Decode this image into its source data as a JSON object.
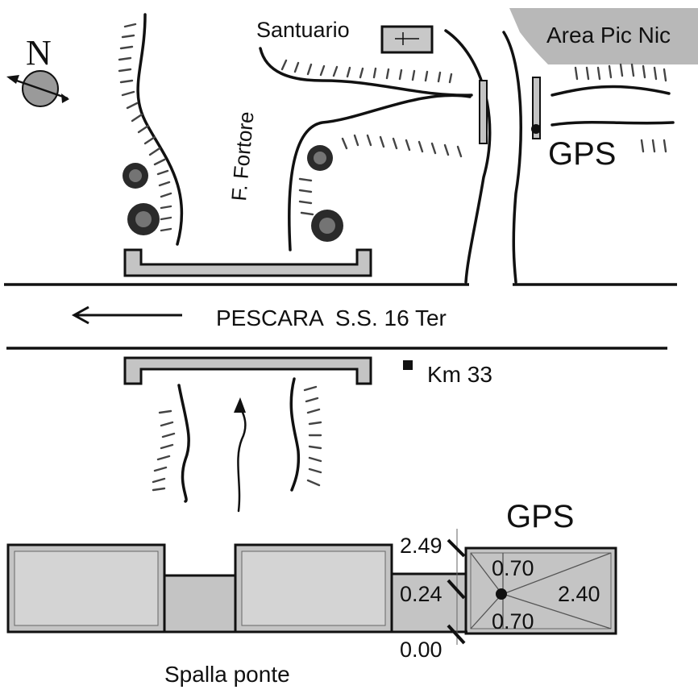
{
  "map": {
    "north_label": "N",
    "santuario_label": "Santuario",
    "area_label": "Area Pic Nic",
    "gps_top_label": "GPS",
    "river_label": "F. Fortore",
    "road_label": "PESCARA  S.S. 16 Ter",
    "km_label": "Km 33",
    "gps_bottom_label": "GPS",
    "elev_top": "2.49",
    "elev_mid": "0.24",
    "elev_bottom": "0.00",
    "dim_upper": "0.70",
    "dim_lower": "0.70",
    "dim_width": "2.40",
    "abutment_label": "Spalla ponte"
  },
  "colors": {
    "ink": "#111111",
    "fill_gray": "#c4c4c4",
    "fill_light": "#d4d4d4",
    "area_gray": "#b8b8b8",
    "compass_gray": "#9a9a9a",
    "tree_dark": "#2a2a2a"
  }
}
